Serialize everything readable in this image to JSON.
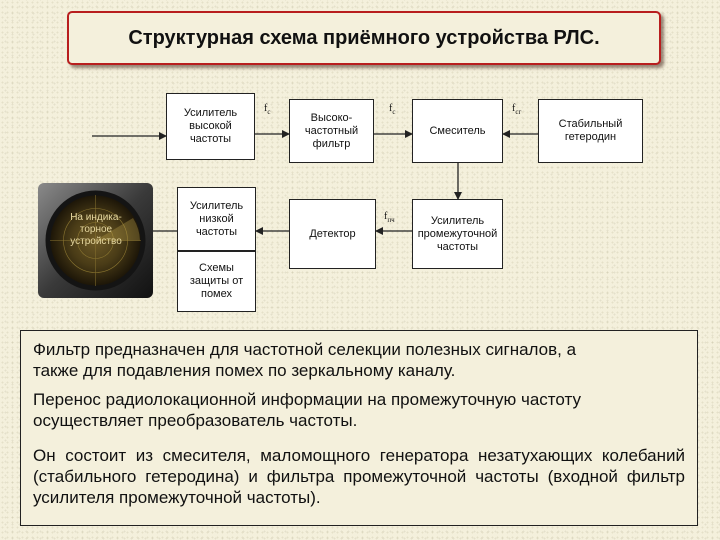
{
  "title": "Структурная схема приёмного устройства РЛС.",
  "blocks": {
    "rf_amp": "Усилитель\nвысокой\nчастоты",
    "hf_filter": "Высоко-\nчастотный\nфильтр",
    "mixer": "Смеситель",
    "local_osc": "Стабильный\nгетеродин",
    "lf_amp": "Усилитель\nнизкой\nчастоты",
    "detector": "Детектор",
    "if_amp": "Усилитель\nпромежуточной\nчастоты",
    "protection": "Схемы\nзащиты от\nпомех",
    "indicator": "На индика-\nторное\nустройство"
  },
  "signal_labels": {
    "fc_1": "f",
    "fc_1_sub": "c",
    "fc_2": "f",
    "fc_2_sub": "c",
    "fcg": "f",
    "fcg_sub": "cг",
    "fpch": "f",
    "fpch_sub": "пч"
  },
  "paragraphs": [
    "Фильтр предназначен для частотной селекции полезных сигналов, а\nтакже для подавления помех по зеркальному каналу.",
    "Перенос радиолокационной информации на промежуточную частоту\nосуществляет преобразователь частоты.",
    "Он состоит из смесителя, маломощного генератора незатухающих колебаний (стабильного гетеродина) и фильтра промежуточной частоты (входной фильтр усилителя промежуточной частоты)."
  ],
  "colors": {
    "background": "#f4f0dc",
    "title_border": "#b81e1e",
    "block_fill": "#ffffff",
    "line": "#222222"
  }
}
